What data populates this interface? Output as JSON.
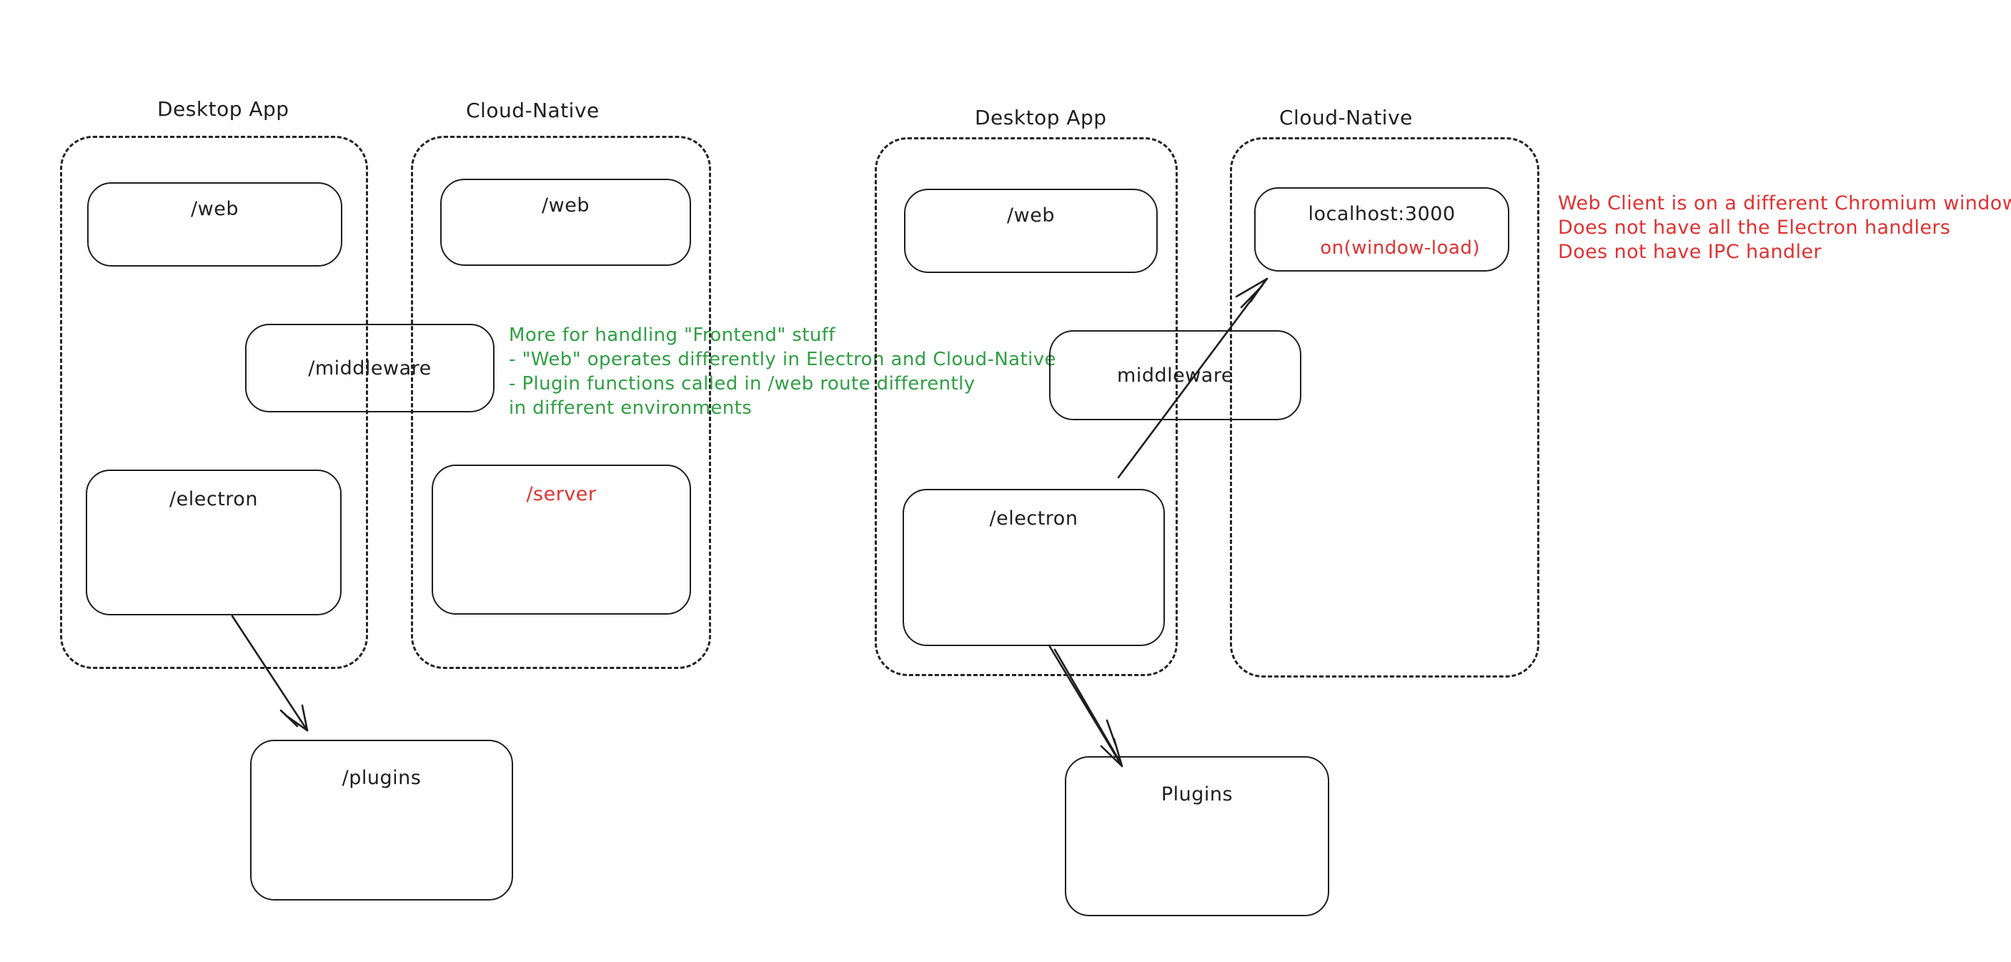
{
  "colors": {
    "ink": "#1e1e1e",
    "green": "#2f9e44",
    "red": "#e03131",
    "background": "#ffffff"
  },
  "left_diagram": {
    "desktop_group_label": "Desktop App",
    "cloud_group_label": "Cloud-Native",
    "web_desktop_label": "/web",
    "web_cloud_label": "/web",
    "middleware_label": "/middleware",
    "electron_label": "/electron",
    "server_label": "/server",
    "plugins_label": "/plugins"
  },
  "right_diagram": {
    "desktop_group_label": "Desktop App",
    "cloud_group_label": "Cloud-Native",
    "web_label": "/web",
    "localhost_label": "localhost:3000",
    "window_load_label": "on(window-load)",
    "middleware_label": "middleware",
    "electron_label": "/electron",
    "plugins_label": "Plugins"
  },
  "annotations": {
    "middleware_note": {
      "color": "#2f9e44",
      "lines": [
        "More for handling \"Frontend\" stuff",
        "- \"Web\" operates differently in Electron and Cloud-Native",
        "- Plugin functions called in /web route differently",
        "in different environments"
      ]
    },
    "web_client_note": {
      "color": "#e03131",
      "lines": [
        "Web Client is on a different Chromium window",
        "Does not have all the Electron handlers",
        "Does not have IPC handler"
      ]
    }
  }
}
